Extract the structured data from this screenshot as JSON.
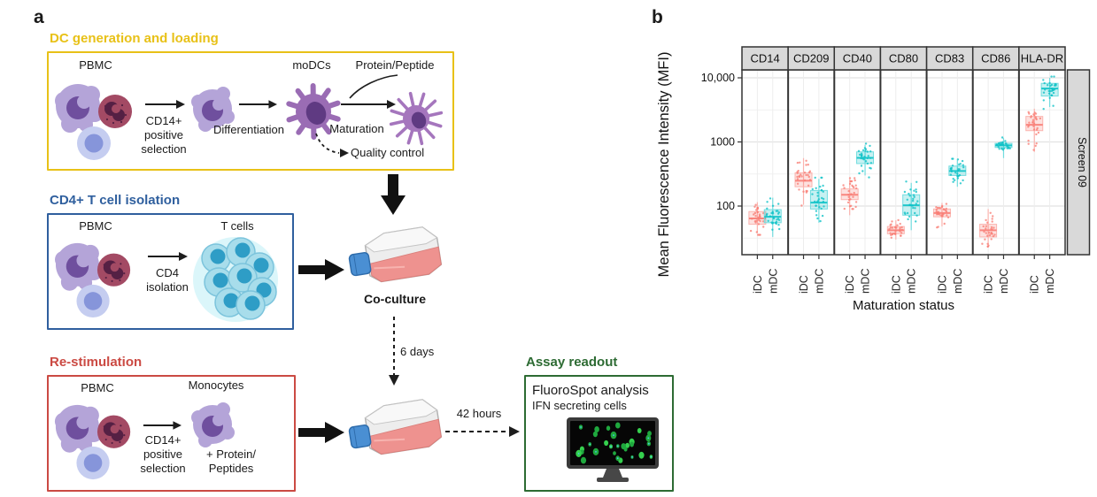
{
  "panel_a": {
    "label": "a",
    "dc_generation": {
      "title": "DC generation and loading",
      "accent": "#e8c117",
      "pbmc_label": "PBMC",
      "step1": "CD14+\npositive\nselection",
      "step2": "Differentiation",
      "modcs_label": "moDCs",
      "protein_label": "Protein/Peptide",
      "maturation_label": "Maturation",
      "quality_control_label": "Quality control"
    },
    "cd4_isolation": {
      "title": "CD4+ T cell isolation",
      "accent": "#2f5f9e",
      "pbmc_label": "PBMC",
      "step1": "CD4\nisolation",
      "tcells_label": "T cells"
    },
    "restimulation": {
      "title": "Re-stimulation",
      "accent": "#cb4a43",
      "pbmc_label": "PBMC",
      "monocytes_label": "Monocytes",
      "step1": "CD14+\npositive\nselection",
      "protein_label": "+ Protein/\nPeptides"
    },
    "assay_readout": {
      "title": "Assay readout",
      "accent": "#2d6b33",
      "line1": "FluoroSpot analysis",
      "line2": "IFN secreting cells"
    },
    "flow": {
      "co_culture_label": "Co-culture",
      "six_days_label": "6 days",
      "forty_two_hours_label": "42 hours"
    }
  },
  "panel_b": {
    "label": "b",
    "chart_data": {
      "type": "box",
      "facet_variable": "marker",
      "facets": [
        "CD14",
        "CD209",
        "CD40",
        "CD80",
        "CD83",
        "CD86",
        "HLA-DR"
      ],
      "groups": [
        "iDC",
        "mDC"
      ],
      "group_colors": {
        "iDC": "#F8766D",
        "mDC": "#00BFC4"
      },
      "ylabel": "Mean Fluorescence Intensity (MFI)",
      "xlabel": "Maturation status",
      "strip_right_label": "Screen 09",
      "y_scale": "log10",
      "ylim": [
        18,
        13000
      ],
      "yticks": [
        100,
        1000,
        10000
      ],
      "ytick_labels": [
        "100",
        "1000",
        "10,000"
      ],
      "boxes": [
        {
          "marker": "CD14",
          "group": "iDC",
          "whisker_low": 38,
          "q1": 52,
          "median": 64,
          "q3": 82,
          "whisker_high": 115
        },
        {
          "marker": "CD14",
          "group": "mDC",
          "whisker_low": 33,
          "q1": 55,
          "median": 68,
          "q3": 88,
          "whisker_high": 135
        },
        {
          "marker": "CD209",
          "group": "iDC",
          "whisker_low": 105,
          "q1": 200,
          "median": 248,
          "q3": 330,
          "whisker_high": 560
        },
        {
          "marker": "CD209",
          "group": "mDC",
          "whisker_low": 55,
          "q1": 90,
          "median": 113,
          "q3": 175,
          "whisker_high": 265
        },
        {
          "marker": "CD40",
          "group": "iDC",
          "whisker_low": 72,
          "q1": 126,
          "median": 150,
          "q3": 185,
          "whisker_high": 260
        },
        {
          "marker": "CD40",
          "group": "mDC",
          "whisker_low": 300,
          "q1": 460,
          "median": 565,
          "q3": 700,
          "whisker_high": 900
        },
        {
          "marker": "CD80",
          "group": "iDC",
          "whisker_low": 30,
          "q1": 37,
          "median": 42,
          "q3": 48,
          "whisker_high": 60
        },
        {
          "marker": "CD80",
          "group": "mDC",
          "whisker_low": 42,
          "q1": 72,
          "median": 103,
          "q3": 150,
          "whisker_high": 230
        },
        {
          "marker": "CD83",
          "group": "iDC",
          "whisker_low": 48,
          "q1": 68,
          "median": 78,
          "q3": 90,
          "whisker_high": 112
        },
        {
          "marker": "CD83",
          "group": "mDC",
          "whisker_low": 200,
          "q1": 300,
          "median": 352,
          "q3": 420,
          "whisker_high": 520
        },
        {
          "marker": "CD86",
          "group": "iDC",
          "whisker_low": 25,
          "q1": 33,
          "median": 42,
          "q3": 52,
          "whisker_high": 90
        },
        {
          "marker": "CD86",
          "group": "mDC",
          "whisker_low": 560,
          "q1": 820,
          "median": 885,
          "q3": 950,
          "whisker_high": 1150
        },
        {
          "marker": "HLA-DR",
          "group": "iDC",
          "whisker_low": 700,
          "q1": 1500,
          "median": 1850,
          "q3": 2500,
          "whisker_high": 3300
        },
        {
          "marker": "HLA-DR",
          "group": "mDC",
          "whisker_low": 3500,
          "q1": 5200,
          "median": 6800,
          "q3": 8200,
          "whisker_high": 10000
        }
      ]
    }
  }
}
